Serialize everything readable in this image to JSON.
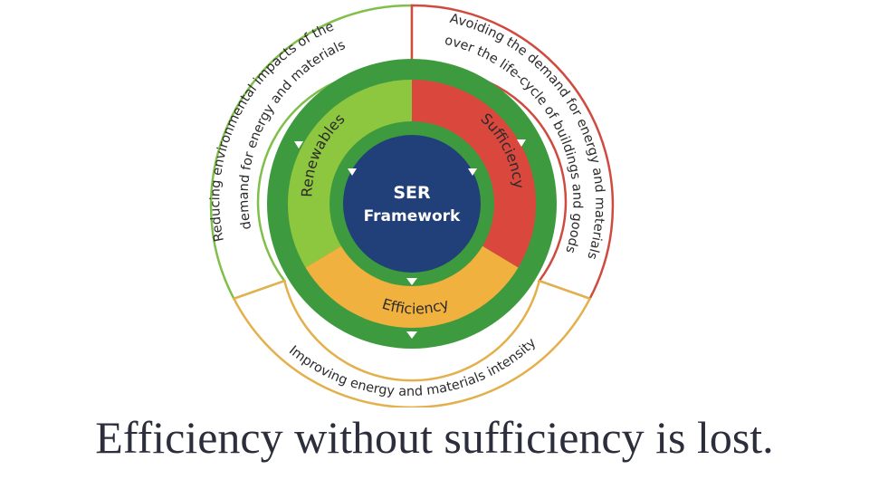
{
  "diagram": {
    "center": {
      "line1": "SER",
      "line2": "Framework"
    },
    "segments": {
      "renewables": {
        "label": "Renewables",
        "color": "#8dc63f"
      },
      "sufficiency": {
        "label": "Sufficiency",
        "color": "#d9473d"
      },
      "efficiency": {
        "label": "Efficiency",
        "color": "#f0b13e"
      }
    },
    "outer_texts": {
      "renewables": {
        "line1": "Reducing environmental impacts of the",
        "line2": "demand for energy and materials",
        "border_color": "#7fbf4a"
      },
      "sufficiency": {
        "line1": "Avoiding the demand for energy and materials",
        "line2": "over the life-cycle of buildings and goods",
        "border_color": "#cf4a3f"
      },
      "efficiency": {
        "line1": "Improving energy and materials intensity",
        "border_color": "#e3b04b"
      }
    },
    "colors": {
      "ring": "#3e9a3e",
      "center": "#213f78",
      "text": "#2b2b2b"
    }
  },
  "caption": "Efficiency without sufficiency is lost."
}
